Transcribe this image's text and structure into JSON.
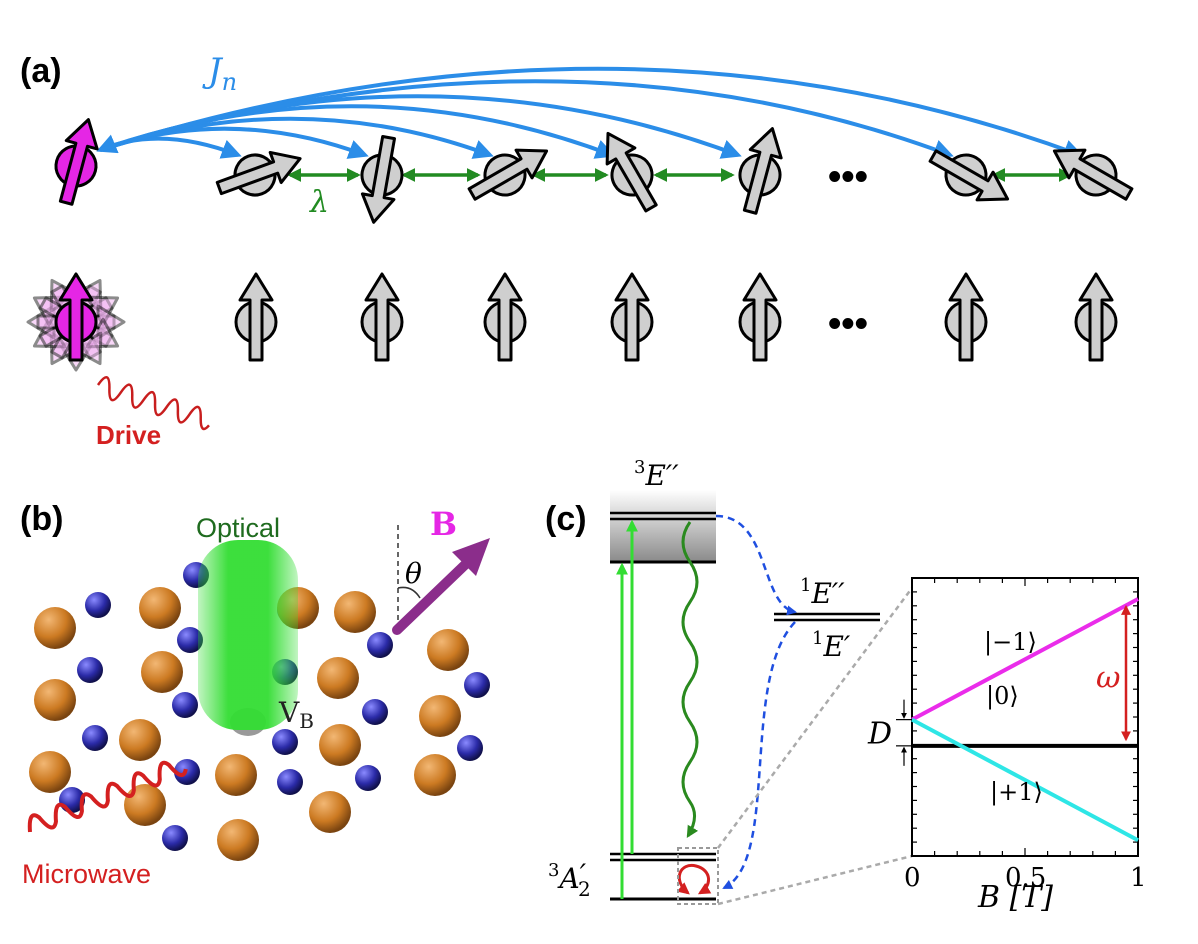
{
  "panel_a": {
    "label": "(a)",
    "coupling_long": "J",
    "coupling_long_sub": "n",
    "coupling_nn": "λ",
    "dots": "•••",
    "drive": "Drive"
  },
  "panel_b": {
    "label": "(b)",
    "optical": "Optical",
    "field": "B",
    "angle": "θ",
    "vacancy": "V",
    "vacancy_sub": "B",
    "microwave": "Microwave"
  },
  "panel_c": {
    "label": "(c)",
    "level_excited": "E′′",
    "level_excited_sup": "3",
    "level_singlet_upper": "E′′",
    "level_singlet_upper_sup": "1",
    "level_singlet_lower": "E′",
    "level_singlet_lower_sup": "1",
    "level_ground": "A",
    "level_ground_sup": "3",
    "level_ground_sub": "2",
    "level_ground_prime": "′"
  },
  "chart_data": {
    "type": "line",
    "xlabel": "B [T]",
    "ylabel": "",
    "x_ticks": [
      "0",
      "0.5",
      "1"
    ],
    "xlim": [
      0,
      1
    ],
    "zero_field_label": "D",
    "splitting_label": "ω",
    "series": [
      {
        "name": "|−1⟩",
        "x": [
          0,
          1
        ],
        "y": [
          1,
          5.6
        ],
        "color": "#ea2cea"
      },
      {
        "name": "|0⟩",
        "x": [
          0,
          1
        ],
        "y": [
          0,
          0
        ],
        "color": "#000000"
      },
      {
        "name": "|+1⟩",
        "x": [
          0,
          1
        ],
        "y": [
          1,
          -3.6
        ],
        "color": "#2ee6e6"
      }
    ]
  },
  "colors": {
    "long_range": "#2b8de8",
    "nearest": "#228b22",
    "probe_spin": "#e526e5",
    "spin_gray": "#cfcfcf",
    "drive": "#d42020",
    "green_laser": "#33dd33",
    "boron": "#cc7a22",
    "nitrogen": "#2b2ba8",
    "field_arrow": "#8b2d8b"
  }
}
